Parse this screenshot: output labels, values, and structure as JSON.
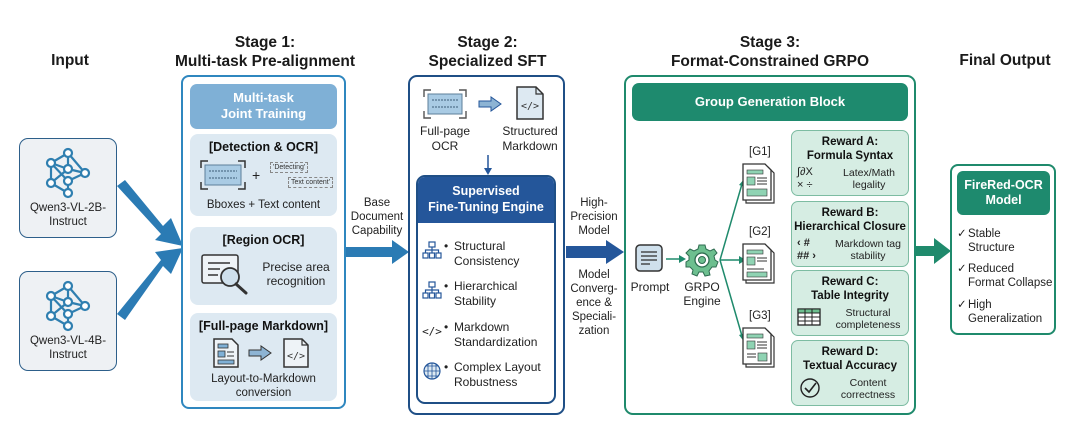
{
  "columns": {
    "input": {
      "title": "Input"
    },
    "stage1": {
      "title_line1": "Stage 1:",
      "title_line2": "Multi-task Pre-alignment"
    },
    "stage2": {
      "title_line1": "Stage 2:",
      "title_line2": "Specialized SFT"
    },
    "stage3": {
      "title_line1": "Stage 3:",
      "title_line2": "Format-Constrained GRPO"
    },
    "final": {
      "title": "Final Output"
    }
  },
  "input_models": [
    {
      "line1": "Qwen3-VL-2B-",
      "line2": "Instruct",
      "icon": "neural-network-icon"
    },
    {
      "line1": "Qwen3-VL-4B-",
      "line2": "Instruct",
      "icon": "neural-network-icon"
    }
  ],
  "stage1": {
    "header_line1": "Multi-task",
    "header_line2": "Joint Training",
    "cards": [
      {
        "title": "[Detection & OCR]",
        "desc_line1": "Bboxes + Text content",
        "desc_line2": "",
        "snippet1": "'Detecting'",
        "snippet2": "Text content'",
        "plus": "+"
      },
      {
        "title": "[Region OCR]",
        "desc_line1": "Precise area",
        "desc_line2": "recognition"
      },
      {
        "title": "[Full-page Markdown]",
        "desc_line1": "Layout-to-Markdown",
        "desc_line2": "conversion"
      }
    ]
  },
  "connector_1": {
    "line1": "Base",
    "line2": "Document",
    "line3": "Capability"
  },
  "stage2": {
    "top_left_line1": "Full-page",
    "top_left_line2": "OCR",
    "top_right_line1": "Structured",
    "top_right_line2": "Markdown",
    "engine_line1": "Supervised",
    "engine_line2": "Fine-Tuning Engine",
    "items": [
      {
        "line1": "Structural",
        "line2": "Consistency",
        "icon": "hierarchy-icon"
      },
      {
        "line1": "Hierarchical",
        "line2": "Stability",
        "icon": "hierarchy-icon"
      },
      {
        "line1": "Markdown",
        "line2": "Standardization",
        "icon": "code-icon"
      },
      {
        "line1": "Complex Layout",
        "line2": "Robustness",
        "icon": "globe-grid-icon"
      }
    ],
    "bullet": "•"
  },
  "connector_2": {
    "top_line1": "High-",
    "top_line2": "Precision",
    "top_line3": "Model",
    "bottom_line1": "Model",
    "bottom_line2": "Converg-",
    "bottom_line3": "ence &",
    "bottom_line4": "Speciali-",
    "bottom_line5": "zation"
  },
  "stage3": {
    "block_title": "Group Generation Block",
    "prompt_label": "Prompt",
    "engine_line1": "GRPO",
    "engine_line2": "Engine",
    "groups": [
      "[G1]",
      "[G2]",
      "[G3]"
    ],
    "rewards": [
      {
        "title_line1": "Reward A:",
        "title_line2": "Formula Syntax",
        "sym1": "∫∂X",
        "sym2": "× ÷",
        "desc_line1": "Latex/Math",
        "desc_line2": "legality"
      },
      {
        "title_line1": "Reward B:",
        "title_line2": "Hierarchical Closure",
        "sym1": "‹ #",
        "sym2": "## ›",
        "desc_line1": "Markdown tag",
        "desc_line2": "stability"
      },
      {
        "title_line1": "Reward C:",
        "title_line2": "Table Integrity",
        "desc_line1": "Structural",
        "desc_line2": "completeness"
      },
      {
        "title_line1": "Reward D:",
        "title_line2": "Textual Accuracy",
        "desc_line1": "Content",
        "desc_line2": "correctness"
      }
    ]
  },
  "final": {
    "header_line1": "FireRed-OCR",
    "header_line2": "Model",
    "check": "✓",
    "items": [
      {
        "line1": "Stable",
        "line2": "Structure"
      },
      {
        "line1": "Reduced",
        "line2": "Format Collapse"
      },
      {
        "line1": "High",
        "line2": "Generalization"
      }
    ]
  },
  "colors": {
    "stage1_blue": "#2f87bf",
    "stage2_navy": "#1f4f86",
    "stage3_green": "#1f8a6c",
    "reward_fill": "#d6ede3",
    "card_fill": "#dde9f2"
  }
}
